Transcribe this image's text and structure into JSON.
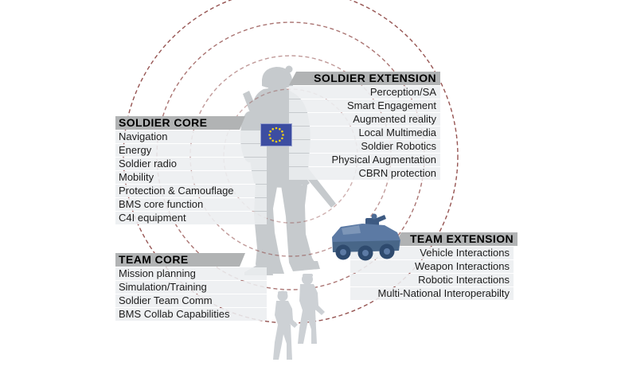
{
  "figure": {
    "groups": {
      "soldier_core": {
        "label": "SOLDIER CORE",
        "items": [
          "Navigation",
          "Energy",
          "Soldier radio",
          "Mobility",
          "Protection & Camouflage",
          "BMS core function",
          "C4I equipment"
        ]
      },
      "soldier_extension": {
        "label": "SOLDIER EXTENSION",
        "items": [
          "Perception/SA",
          "Smart Engagement",
          "Augmented reality",
          "Local Multimedia",
          "Soldier Robotics",
          "Physical Augmentation",
          "CBRN protection"
        ]
      },
      "team_core": {
        "label": "TEAM CORE",
        "items": [
          "Mission planning",
          "Simulation/Training",
          "Soldier Team Comm",
          "BMS Collab Capabilities"
        ]
      },
      "team_extension": {
        "label": "TEAM EXTENSION",
        "items": [
          "Vehicle Interactions",
          "Weapon Interactions",
          "Robotic Interactions",
          "Multi-National Interoperabilty"
        ]
      }
    },
    "icons": {
      "center": "soldier-silhouette",
      "flag": "eu-flag",
      "vehicle": "armored-vehicle",
      "team": "soldier-pair-silhouette",
      "rings": "dashed-range-rings"
    },
    "colors": {
      "background": "#ffffff",
      "header_bg": "#b1b3b4",
      "row_bg": "#edeff1",
      "ring": "#8d4543",
      "silhouette": "#c6cacd",
      "silhouette_light": "#cdd1d5",
      "flag_blue": "#3c4da1",
      "flag_star": "#f2d118",
      "vehicle_blue": "#5c7aa4"
    }
  }
}
